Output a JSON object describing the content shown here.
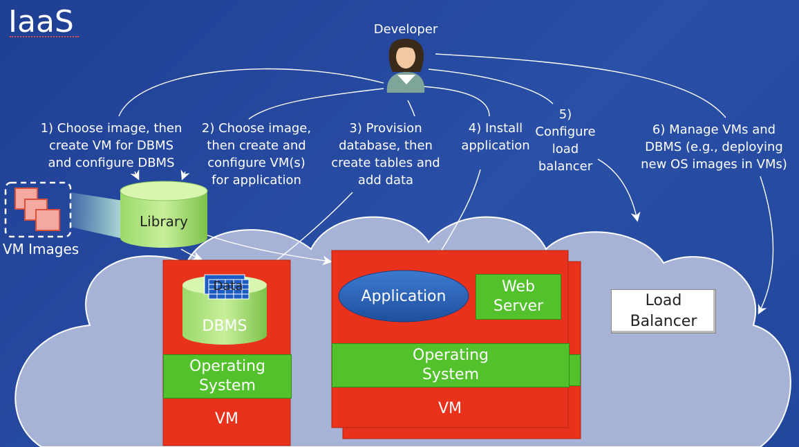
{
  "title": "IaaS",
  "developer": {
    "label": "Developer",
    "icon": "developer-person-icon"
  },
  "steps": [
    "1) Choose image, then\ncreate VM for DBMS\nand configure DBMS",
    "2) Choose image,\nthen create and\nconfigure VM(s)\nfor application",
    "3) Provision\ndatabase, then\ncreate tables and\nadd data",
    "4) Install\napplication",
    "5)\nConfigure\nload\nbalancer",
    "6) Manage VMs and\nDBMS (e.g., deploying\nnew OS images in VMs)"
  ],
  "vm_images": {
    "label": "VM Images"
  },
  "library": {
    "label": "Library"
  },
  "dbms_vm": {
    "data": "Data",
    "dbms": "DBMS",
    "os": "Operating\nSystem",
    "vm": "VM"
  },
  "app_vm": {
    "application": "Application",
    "web_server": "Web\nServer",
    "os": "Operating\nSystem",
    "vm": "VM"
  },
  "load_balancer": {
    "label": "Load\nBalancer"
  },
  "colors": {
    "background": "#2a4fa6",
    "cloud": "#a7b3d6",
    "vm_red": "#e8321c",
    "os_green": "#52c12c",
    "app_blue": "#2d5fb0",
    "library_green": "#8ed05c"
  }
}
